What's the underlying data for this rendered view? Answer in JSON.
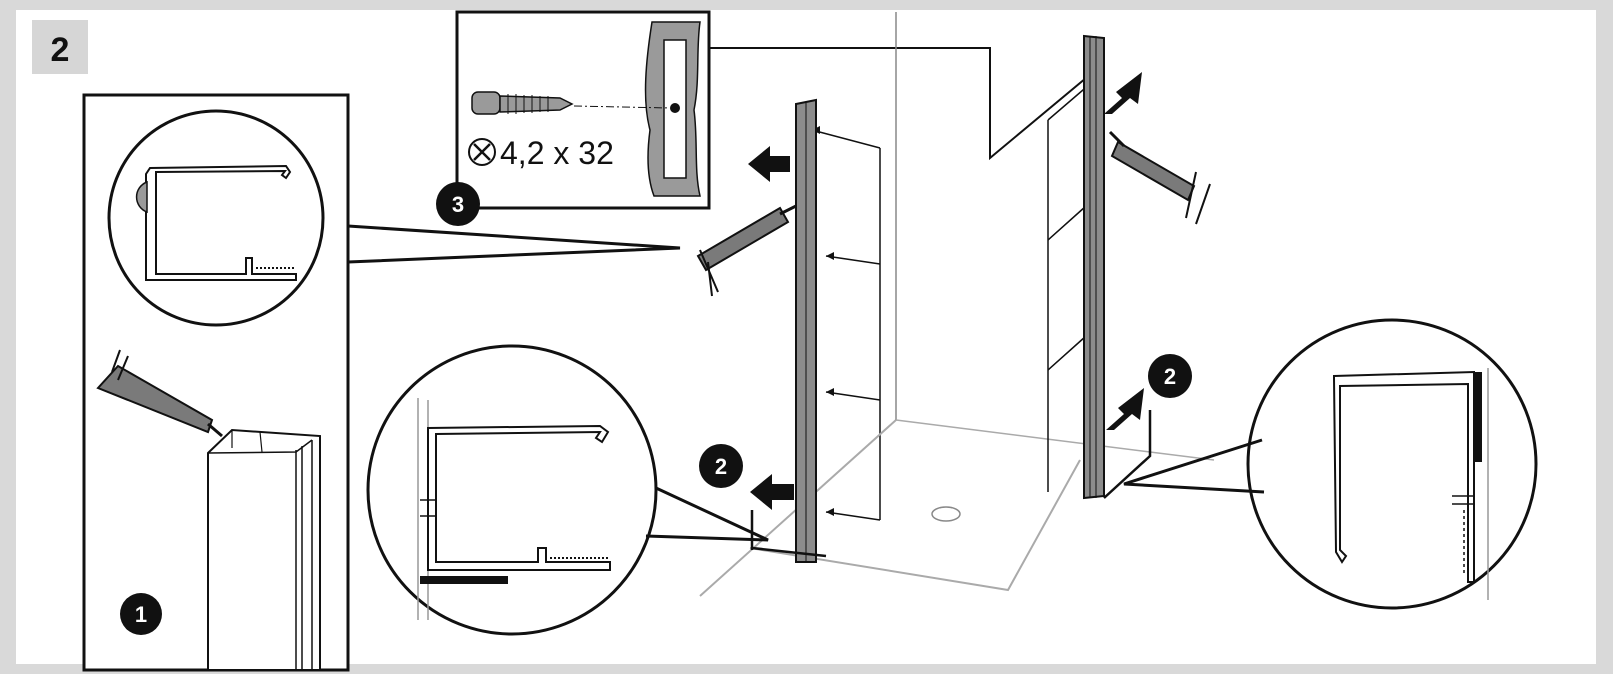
{
  "step": {
    "number": "2"
  },
  "callouts": {
    "left_inset_step": "1",
    "screw_inset_step": "3",
    "left_profile_step": "2",
    "right_profile_step": "2"
  },
  "screw": {
    "label": "4,2 x 32",
    "head_icon": "cross-recess-icon"
  },
  "colors": {
    "background": "#d9d9d9",
    "panel": "#ffffff",
    "line": "#111111",
    "profile_fill": "#8c8c8c",
    "floor_line": "#9a9a9a",
    "badge": "#111111"
  }
}
